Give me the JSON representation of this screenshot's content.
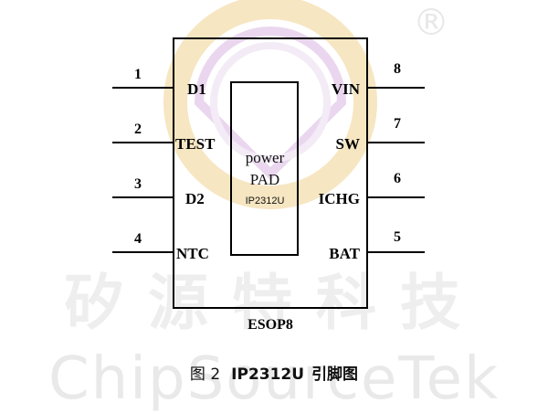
{
  "watermark": {
    "registered_mark": "®",
    "company_cn": "矽源特科技",
    "company_en": "ChipSourceTek",
    "logo_colors": {
      "outer": "#f6e6c2",
      "inner": "#ead7ef"
    }
  },
  "chip": {
    "part": "IP2312U",
    "package": "ESOP8",
    "pad_line1": "power",
    "pad_line2": "PAD",
    "pins_left": [
      {
        "num": "1",
        "name": "D1"
      },
      {
        "num": "2",
        "name": "TEST"
      },
      {
        "num": "3",
        "name": "D2"
      },
      {
        "num": "4",
        "name": "NTC"
      }
    ],
    "pins_right": [
      {
        "num": "8",
        "name": "VIN"
      },
      {
        "num": "7",
        "name": "SW"
      },
      {
        "num": "6",
        "name": "ICHG"
      },
      {
        "num": "5",
        "name": "BAT"
      }
    ]
  },
  "caption": {
    "prefix": "图 2",
    "part": "IP2312U",
    "suffix": "引脚图"
  }
}
